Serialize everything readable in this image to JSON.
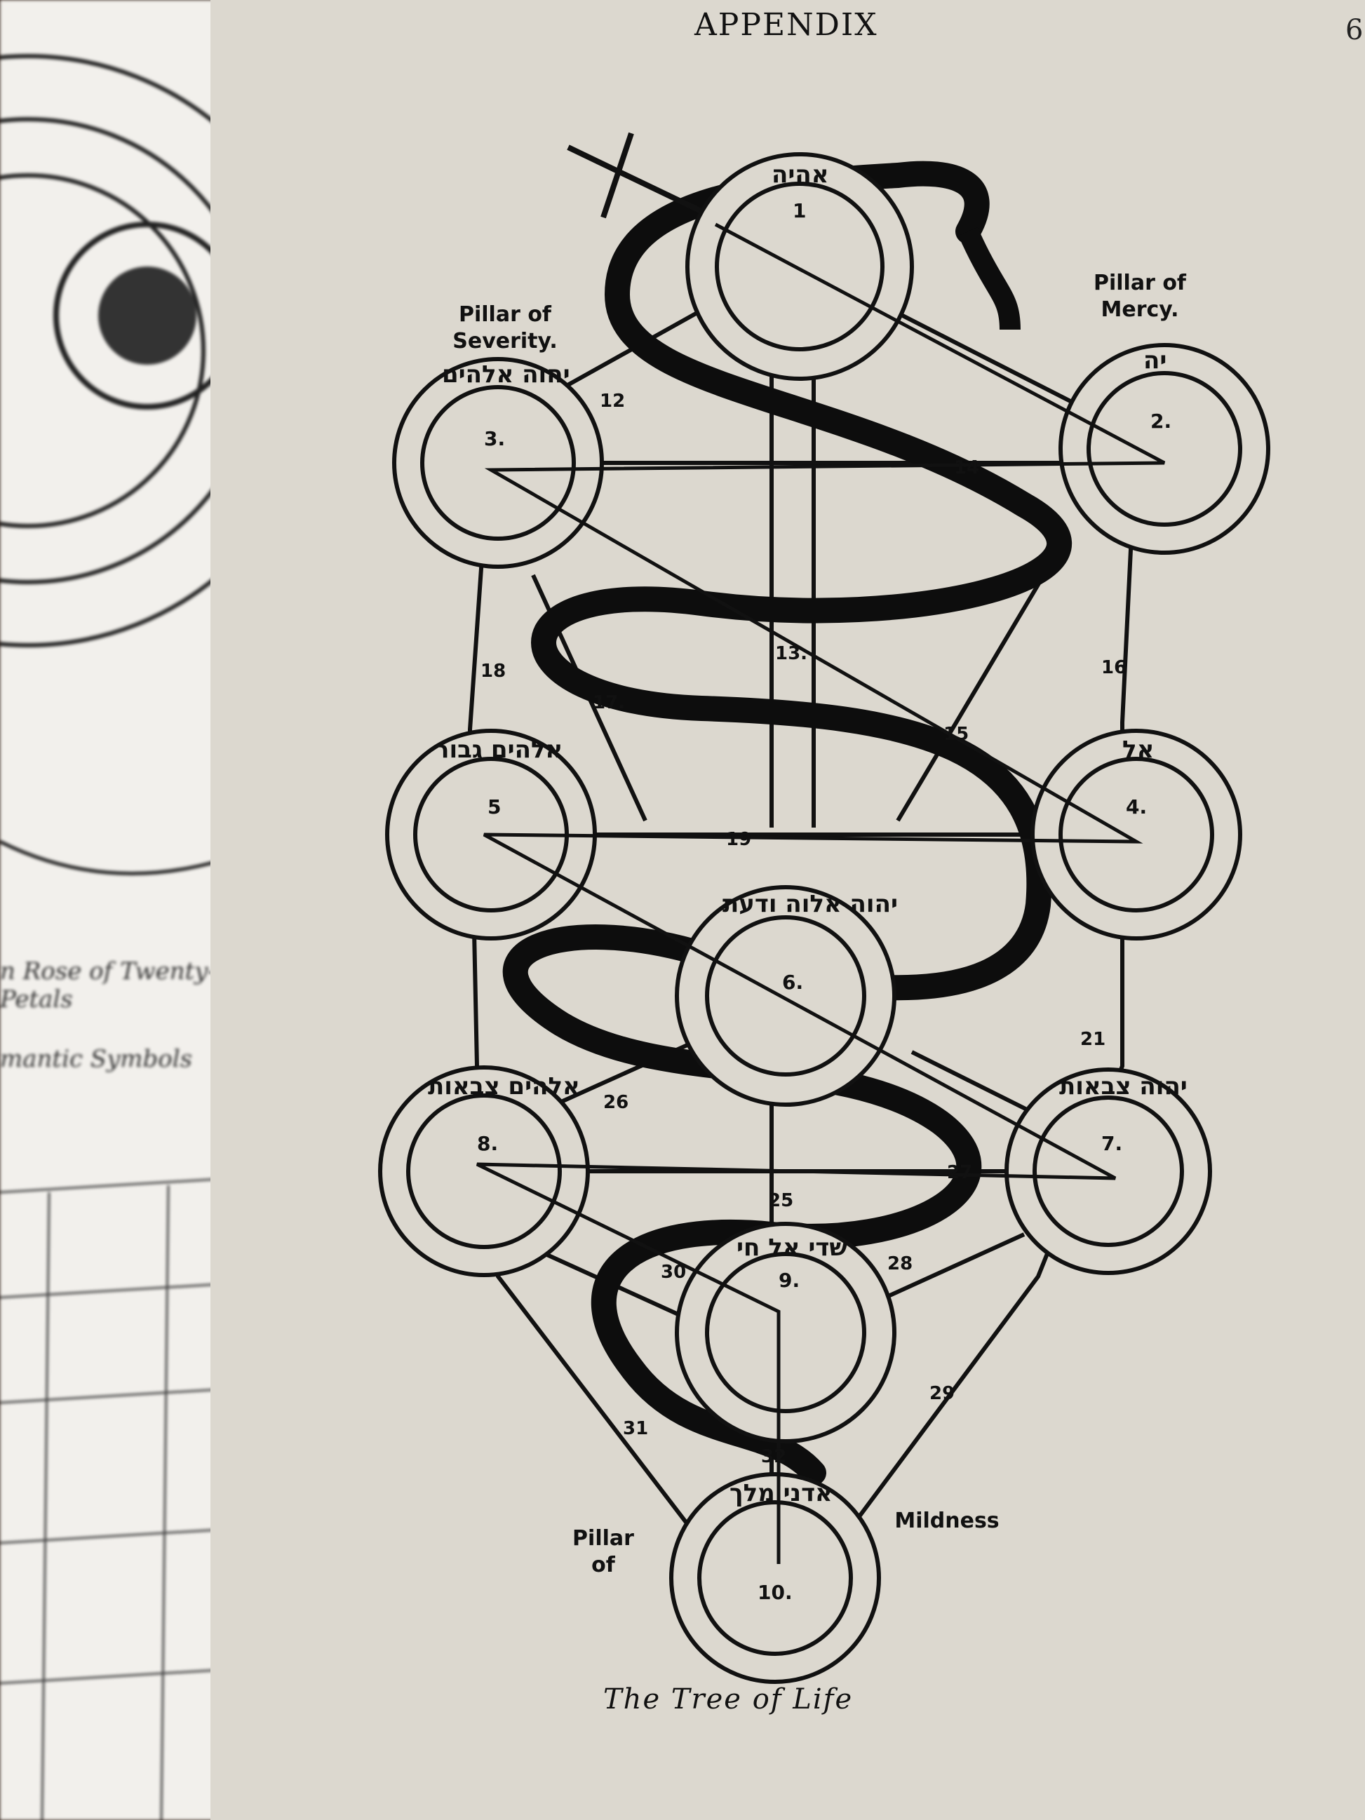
{
  "header": "APPENDIX",
  "page_number": "6",
  "caption": "The Tree of Life",
  "pillars": {
    "severity": "Pillar of Severity.",
    "mercy": "Pillar of Mercy.",
    "left_bottom": "Pillar of",
    "mildness": "Mildness"
  },
  "sephiroth": [
    {
      "num": "1",
      "hebrew": "אהיה"
    },
    {
      "num": "2.",
      "hebrew": "יה"
    },
    {
      "num": "3.",
      "hebrew": "יהוה אלהים"
    },
    {
      "num": "4.",
      "hebrew": "אל"
    },
    {
      "num": "5",
      "hebrew": "אלהים גבור"
    },
    {
      "num": "6.",
      "hebrew": "יהוה אלוה ודעת"
    },
    {
      "num": "7.",
      "hebrew": "יהוה צבאות"
    },
    {
      "num": "8.",
      "hebrew": "אלהים צבאות"
    },
    {
      "num": "9.",
      "hebrew": "שדי אל חי"
    },
    {
      "num": "10.",
      "hebrew": "אדני מלך"
    }
  ],
  "path_numbers": [
    "12",
    "13.",
    "14",
    "15",
    "16",
    "17.",
    "18",
    "19",
    "21",
    "25",
    "26",
    "27",
    "28",
    "29",
    "30",
    "31",
    "32"
  ],
  "left_page": {
    "caption_1": "n Rose of Twenty-Two Petals",
    "caption_2": "mantic Symbols"
  }
}
